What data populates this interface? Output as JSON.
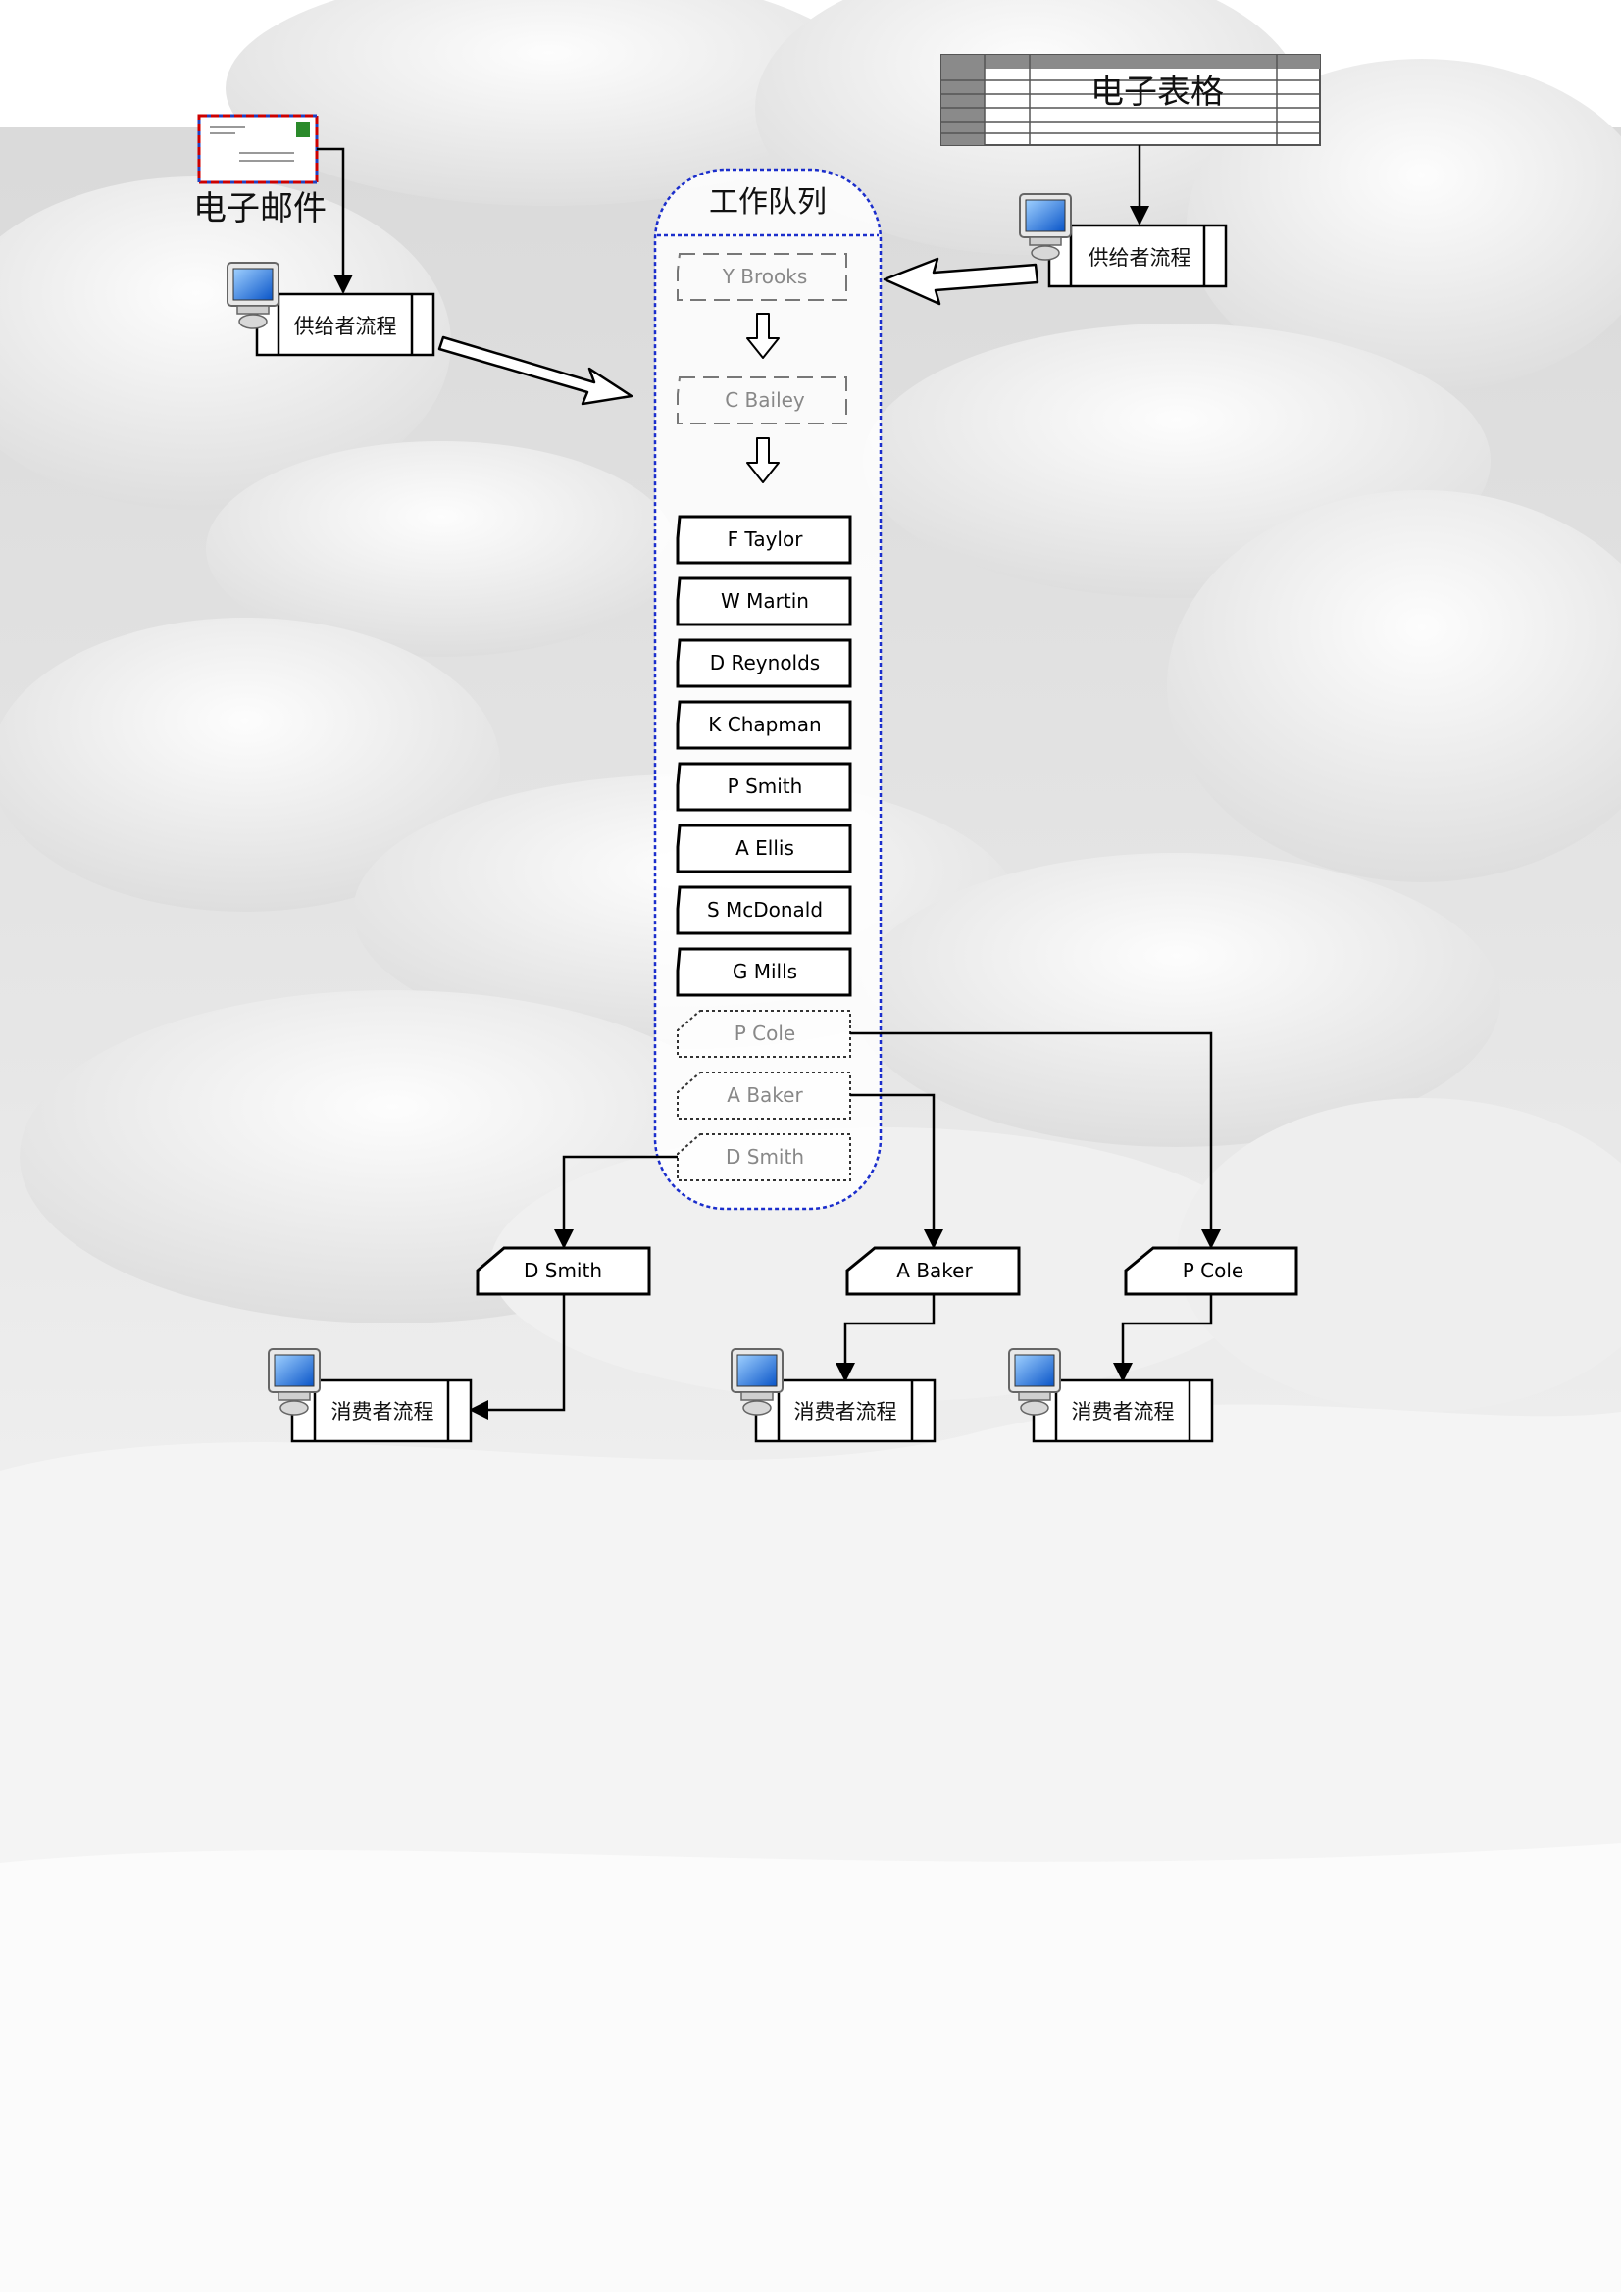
{
  "diagram": {
    "email": {
      "label": "电子邮件"
    },
    "spreadsheet": {
      "label": "电子表格"
    },
    "queue": {
      "title": "工作队列",
      "pending_items": [
        "Y Brooks",
        "C Bailey"
      ],
      "items": [
        "F Taylor",
        "W Martin",
        "D Reynolds",
        "K Chapman",
        "P Smith",
        "A Ellis",
        "S McDonald",
        "G Mills"
      ],
      "dequeued_items": [
        "P Cole",
        "A Baker",
        "D Smith"
      ]
    },
    "suppliers": [
      {
        "label": "供给者流程"
      },
      {
        "label": "供给者流程"
      }
    ],
    "taken_items": [
      "D Smith",
      "A Baker",
      "P Cole"
    ],
    "consumers": [
      {
        "label": "消费者流程"
      },
      {
        "label": "消费者流程"
      },
      {
        "label": "消费者流程"
      }
    ]
  }
}
